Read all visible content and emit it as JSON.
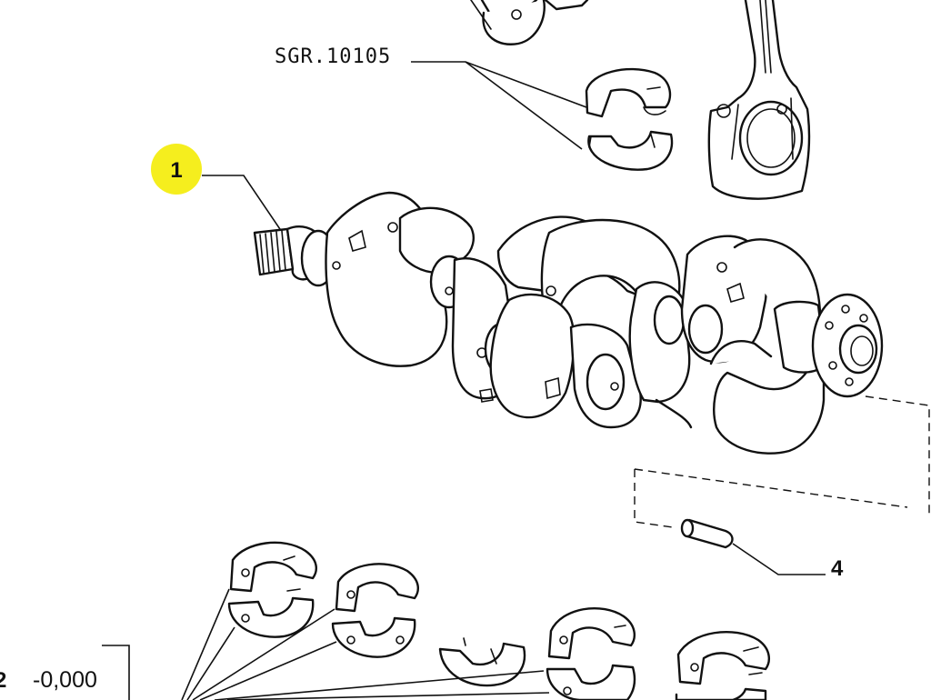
{
  "diagram": {
    "callouts": {
      "crankshaft": "1",
      "bearing_set": "2",
      "dowel_pin": "4"
    },
    "part_code": "SGR.10105",
    "tolerance": "-0,000",
    "colors": {
      "highlight": "#f5ee1e",
      "line": "#111111",
      "background": "#ffffff"
    },
    "icons": [
      "crankshaft-part",
      "connecting-rod-part",
      "bearing-shell-part",
      "dowel-pin-part"
    ]
  }
}
